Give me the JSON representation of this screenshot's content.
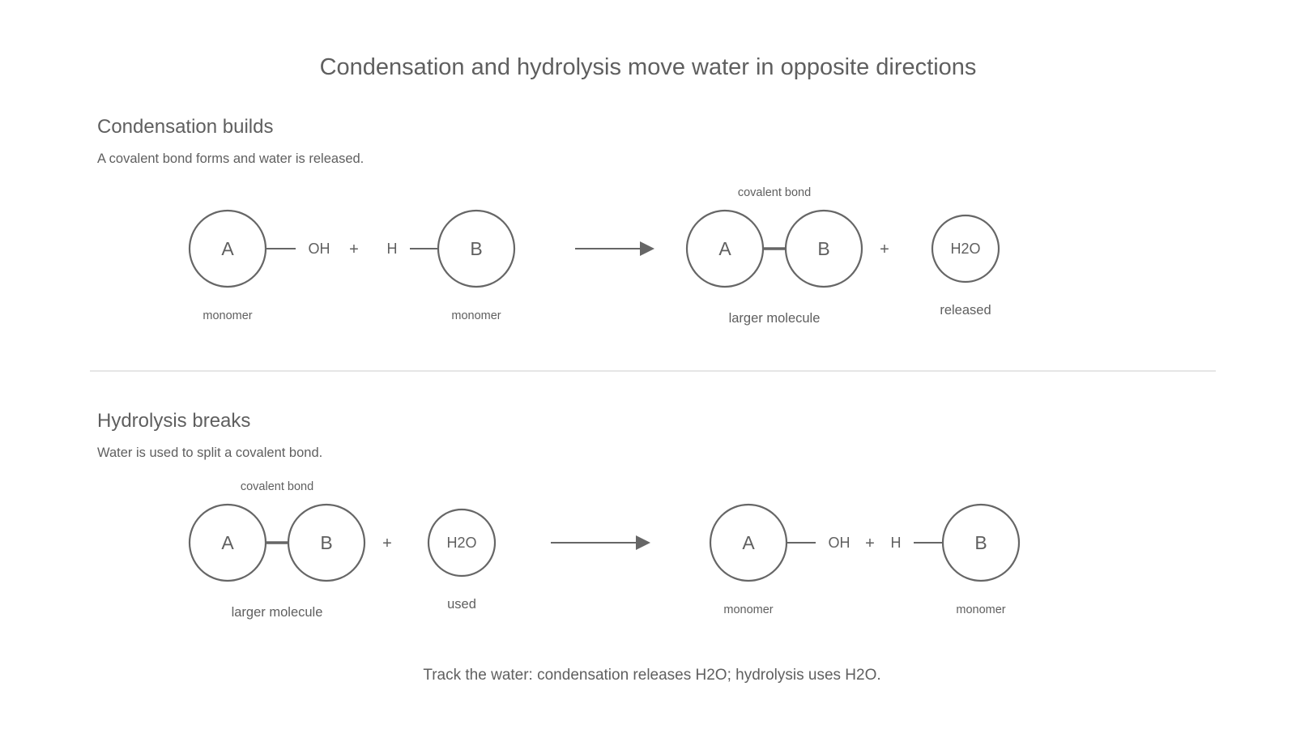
{
  "title": "Condensation and hydrolysis move water in opposite directions",
  "condensation": {
    "heading": "Condensation builds",
    "description": "A covalent bond forms and water is released.",
    "reactant_a": {
      "letter": "A",
      "group": "OH",
      "label": "monomer"
    },
    "plus_reactants": "+",
    "reactant_b": {
      "letter": "B",
      "group": "H",
      "label": "monomer"
    },
    "product": {
      "letter_a": "A",
      "letter_b": "B",
      "bond_label": "covalent bond",
      "label": "larger molecule"
    },
    "plus_products": "+",
    "water": {
      "text": "H2O",
      "label": "released"
    }
  },
  "hydrolysis": {
    "heading": "Hydrolysis breaks",
    "description": "Water is used to split a covalent bond.",
    "reactant": {
      "letter_a": "A",
      "letter_b": "B",
      "bond_label": "covalent bond",
      "label": "larger molecule"
    },
    "plus_reactants": "+",
    "water": {
      "text": "H2O",
      "label": "used"
    },
    "product_a": {
      "letter": "A",
      "group": "OH",
      "label": "monomer"
    },
    "plus_products": "+",
    "product_b": {
      "letter": "B",
      "group": "H",
      "label": "monomer"
    }
  },
  "footer": "Track the water: condensation releases H2O; hydrolysis uses H2O."
}
